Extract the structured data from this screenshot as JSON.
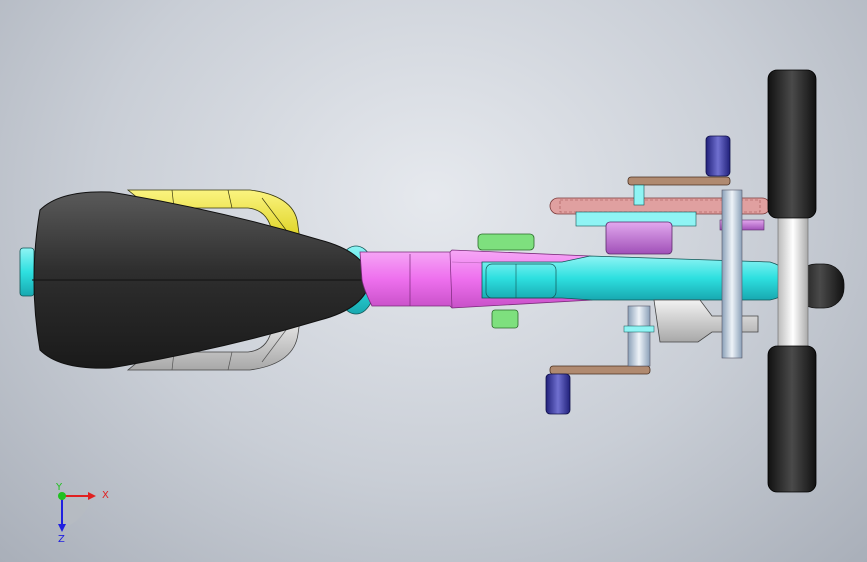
{
  "viewport": {
    "background_center": "#e6e9ee",
    "background_edge": "#a9afb9"
  },
  "model": {
    "part_colors": {
      "saddle": "#3a3a3a",
      "seat_rail_upper": "#f2ea2a",
      "seat_rail_lower": "#d9d9d9",
      "frame_tube": "#f07ef0",
      "fork_arm": "#2ee0e0",
      "chainring": "#e0a0a0",
      "hub": "#c87ad8",
      "pedal": "#3a3aa0",
      "crank": "#b08a70",
      "handlebar_grip": "#2a2a2a",
      "handlebar_bar": "#f4f4f4",
      "boss_green": "#7ee07e"
    }
  },
  "triad": {
    "x_label": "X",
    "y_label": "Y",
    "z_label": "Z",
    "x_color": "#e02020",
    "y_color": "#20c020",
    "z_color": "#2020e0"
  }
}
